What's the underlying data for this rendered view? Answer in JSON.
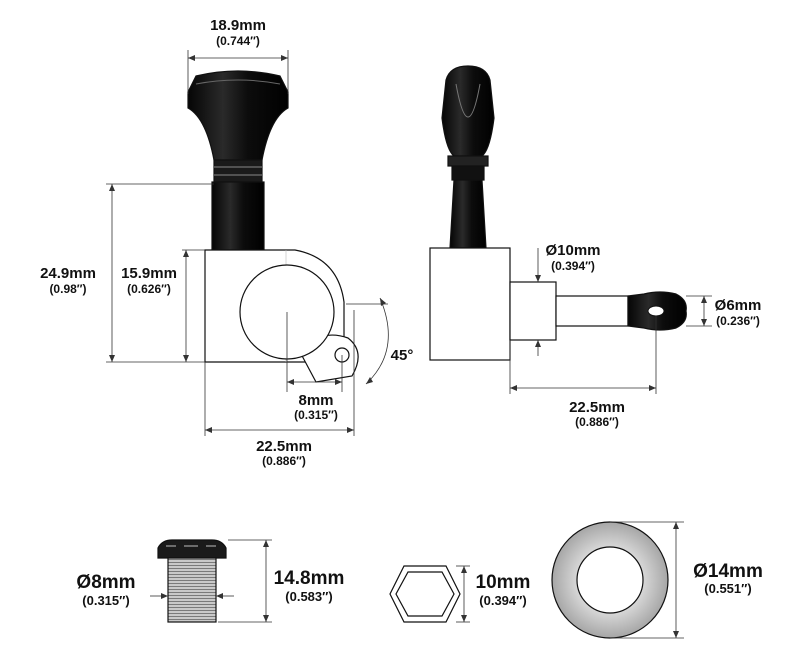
{
  "side_view": {
    "knob_width": {
      "mm": "18.9mm",
      "inch": "(0.744″)"
    },
    "total_height": {
      "mm": "24.9mm",
      "inch": "(0.98″)"
    },
    "housing_height": {
      "mm": "15.9mm",
      "inch": "(0.626″)"
    },
    "screw_offset": {
      "mm": "8mm",
      "inch": "(0.315″)"
    },
    "housing_width": {
      "mm": "22.5mm",
      "inch": "(0.886″)"
    },
    "angle": "45°"
  },
  "end_view": {
    "post_base": {
      "mm": "Ø10mm",
      "inch": "(0.394″)"
    },
    "post_diameter": {
      "mm": "Ø6mm",
      "inch": "(0.236″)"
    },
    "post_length": {
      "mm": "22.5mm",
      "inch": "(0.886″)"
    }
  },
  "bushing": {
    "diameter": {
      "mm": "Ø8mm",
      "inch": "(0.315″)"
    },
    "height": {
      "mm": "14.8mm",
      "inch": "(0.583″)"
    }
  },
  "nut": {
    "size": {
      "mm": "10mm",
      "inch": "(0.394″)"
    }
  },
  "washer": {
    "diameter": {
      "mm": "Ø14mm",
      "inch": "(0.551″)"
    }
  }
}
